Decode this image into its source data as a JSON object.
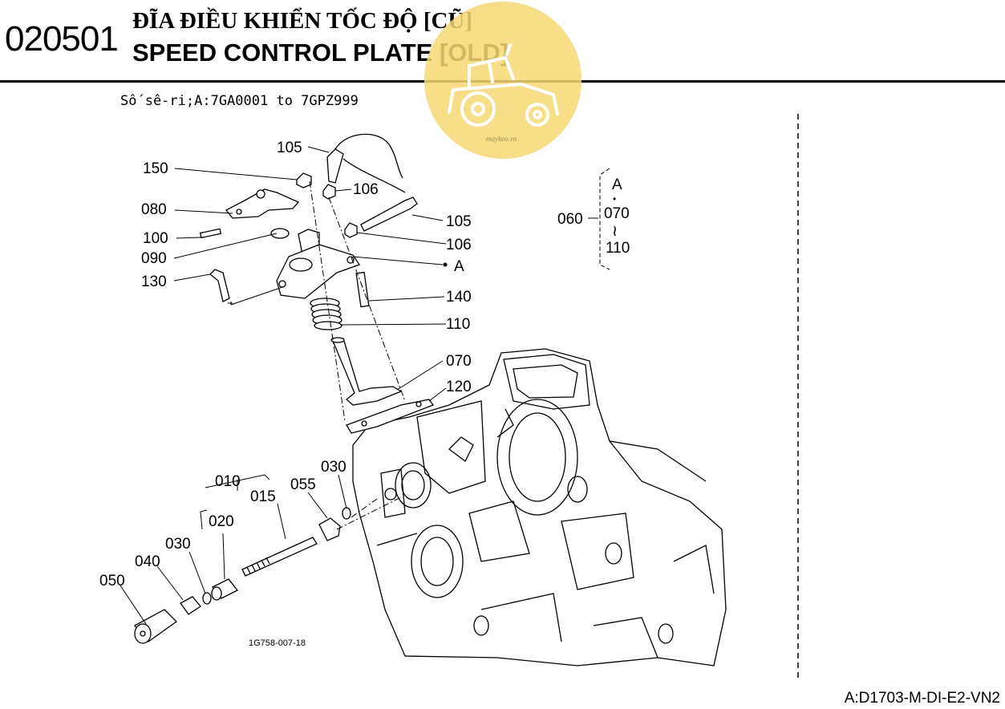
{
  "header": {
    "code": "020501",
    "title_vi": "ĐĨA ĐIỀU KHIỂN TỐC ĐỘ [CŨ]",
    "title_en": "SPEED CONTROL PLATE [OLD]"
  },
  "serial_text": "Số sê-ri;A:7GA0001 to 7GPZ999",
  "watermark": "maykeo.vn",
  "labels": {
    "p105a": "105",
    "p150": "150",
    "p106a": "106",
    "p080": "080",
    "p105b": "105",
    "p100": "100",
    "p106b": "106",
    "p090": "090",
    "pA": "A",
    "p130": "130",
    "p140": "140",
    "p110": "110",
    "p070": "070",
    "p120": "120",
    "p010": "010",
    "p015": "015",
    "p055": "055",
    "p030a": "030",
    "p020": "020",
    "p030b": "030",
    "p040": "040",
    "p050": "050"
  },
  "legend": {
    "ref": "060",
    "top": "A",
    "dot": "•",
    "from": "070",
    "tilde": "≀",
    "to": "110"
  },
  "figure_id": "1G758-007-18",
  "footer": "A:D1703-M-DI-E2-VN2",
  "colors": {
    "watermark": "#f7d873"
  }
}
